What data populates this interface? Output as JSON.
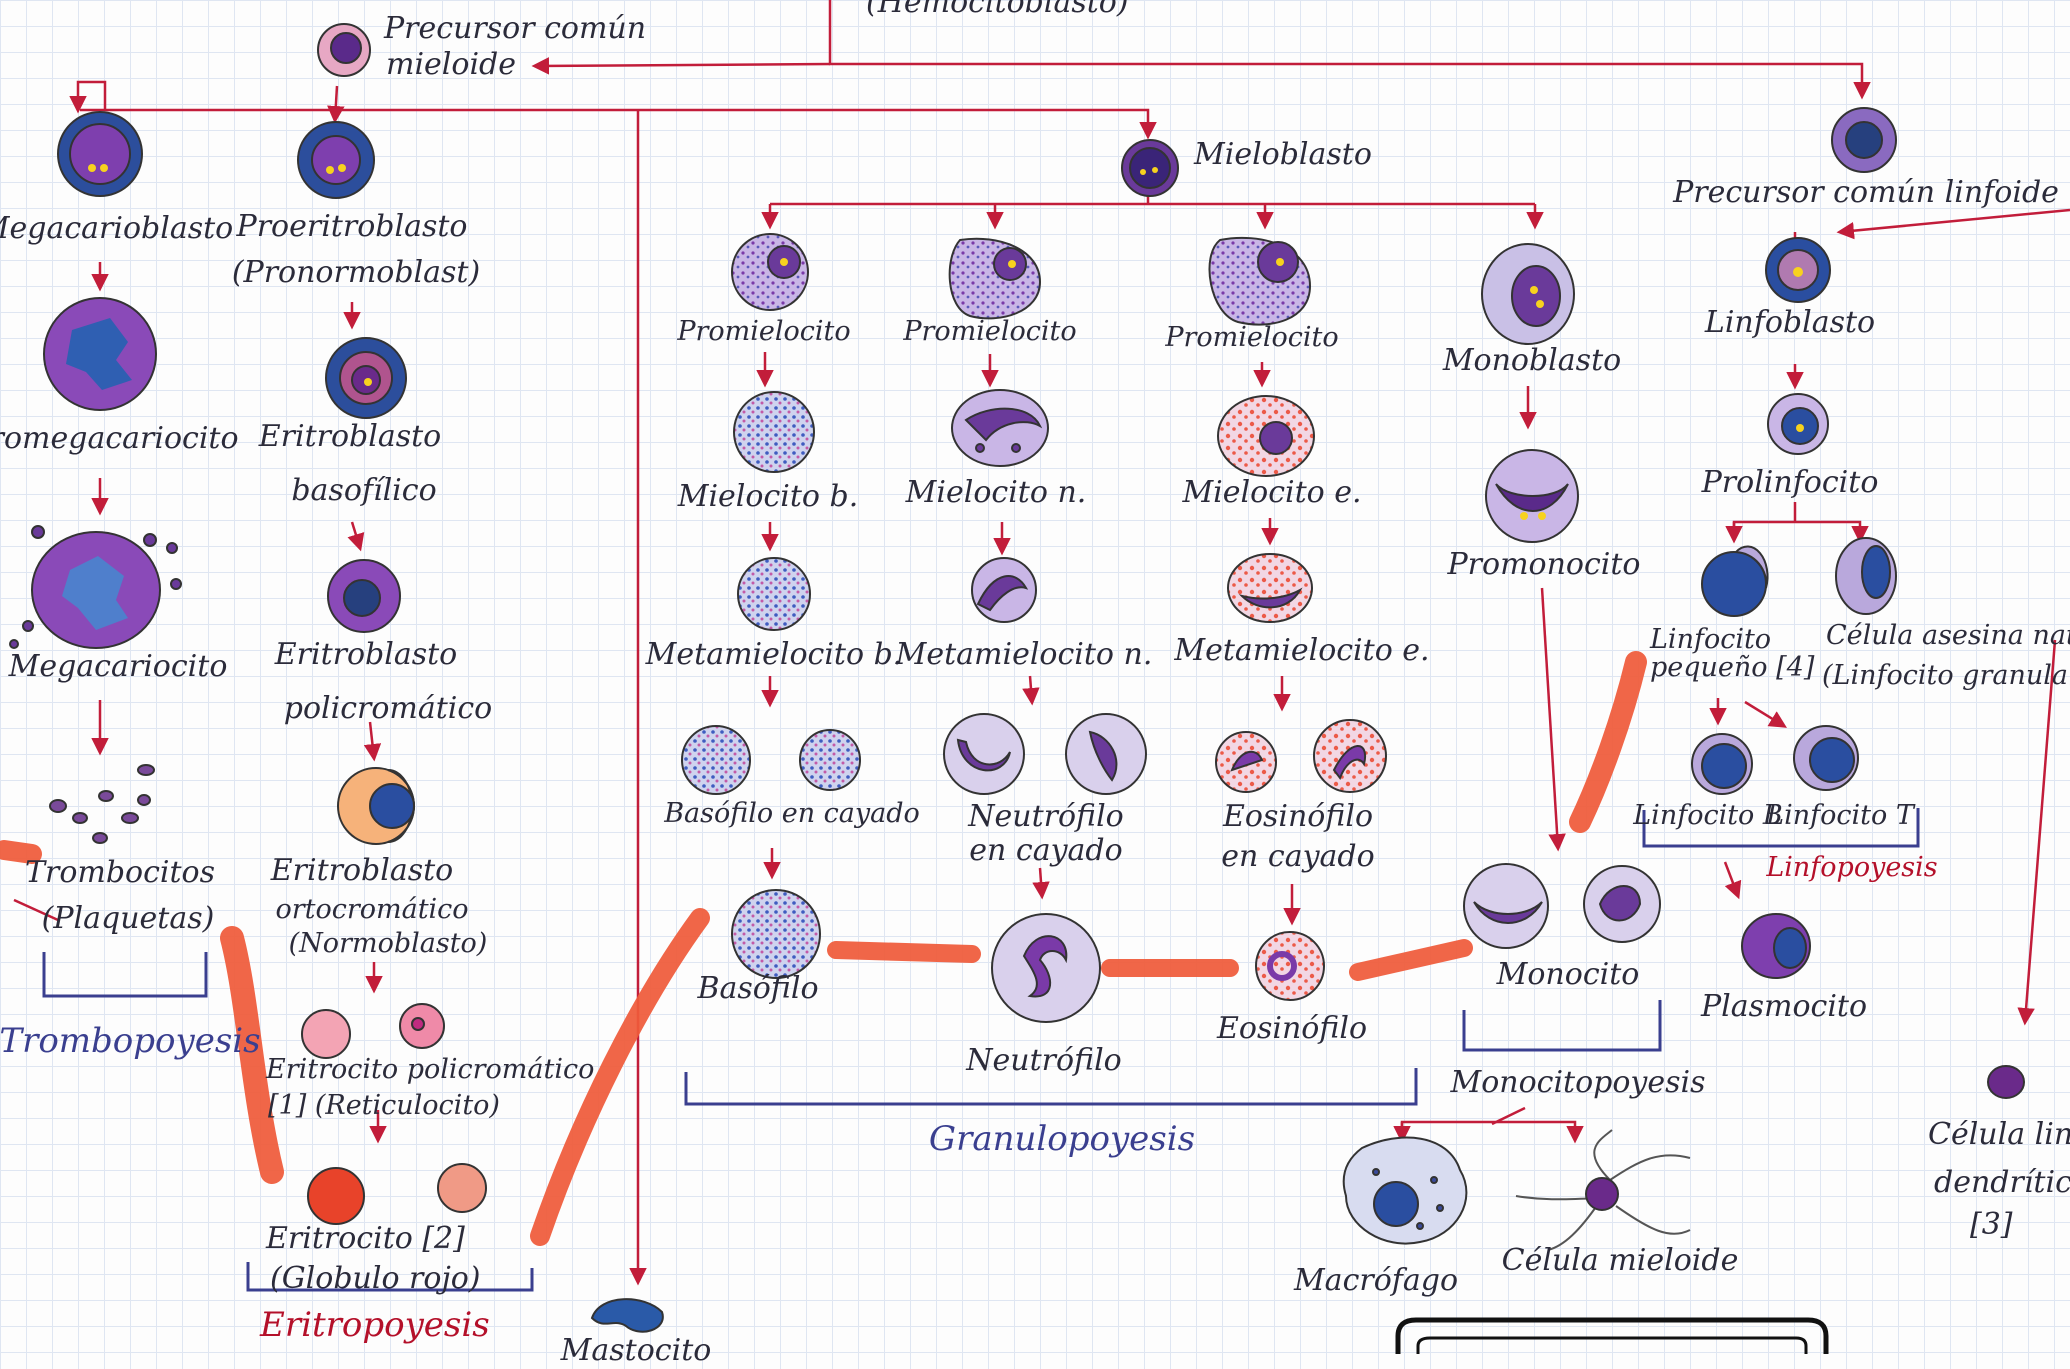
{
  "colors": {
    "arrow": "#c21d3a",
    "bracket": "#3a3f8f",
    "highlight": "#ef5a3a",
    "cell_purple": "#7e3fae",
    "cell_light": "#b9a8dc",
    "cell_blue": "#2c5aa8",
    "nucleolus": "#f7d21e"
  },
  "labels": {
    "hemocitoblasto": "(Hemocitoblasto)",
    "precursor_mieloide_1": "Precursor común",
    "precursor_mieloide_2": "mieloide",
    "megacarioblasto": "Megacarioblasto",
    "promegacariocito": "Promegacariocito",
    "megacariocito": "Megacariocito",
    "trombocitos_1": "Trombocitos",
    "trombocitos_2": "(Plaquetas)",
    "proeritroblasto_1": "Proeritroblasto",
    "proeritroblasto_2": "(Pronormoblast)",
    "eritroblasto_basofilico_1": "Eritroblasto",
    "eritroblasto_basofilico_2": "basofílico",
    "eritroblasto_policromatico_1": "Eritroblasto",
    "eritroblasto_policromatico_2": "policromático",
    "eritroblasto_ortocromatico_1": "Eritroblasto",
    "eritroblasto_ortocromatico_2": "ortocromático",
    "eritroblasto_ortocromatico_3": "(Normoblasto)",
    "eritrocito_policromatico_1": "Eritrocito policromático",
    "eritrocito_policromatico_2": "[1] (Reticulocito)",
    "eritrocito_1": "Eritrocito [2]",
    "eritrocito_2": "(Globulo rojo)",
    "mieloblasto": "Mieloblasto",
    "promielocito_b": "Promielocito",
    "promielocito_n": "Promielocito",
    "promielocito_e": "Promielocito",
    "mielocito_b": "Mielocito b.",
    "mielocito_n": "Mielocito n.",
    "mielocito_e": "Mielocito e.",
    "metamielocito_b": "Metamielocito b.",
    "metamielocito_n": "Metamielocito n.",
    "metamielocito_e": "Metamielocito e.",
    "basofilo_cayado": "Basófilo en cayado",
    "neutrofilo_cayado_1": "Neutrófilo",
    "neutrofilo_cayado_2": "en cayado",
    "eosinofilo_cayado_1": "Eosinófilo",
    "eosinofilo_cayado_2": "en cayado",
    "basofilo": "Basófilo",
    "neutrofilo": "Neutrófilo",
    "eosinofilo": "Eosinófilo",
    "monoblasto": "Monoblasto",
    "promonocito": "Promonocito",
    "monocito": "Monocito",
    "macrofago": "Macrófago",
    "celula_mieloide": "Célula mieloide",
    "mastocito": "Mastocito",
    "precursor_linfoide": "Precursor común linfoide",
    "linfoblasto": "Linfoblasto",
    "prolinfocito": "Prolinfocito",
    "linfocito_pequeno_1": "Linfocito",
    "linfocito_pequeno_2": "pequeño [4]",
    "celula_asesina_1": "Célula asesina natural",
    "celula_asesina_2": "(Linfocito granular g.",
    "linfocito_b": "Linfocito B",
    "linfocito_t": "Linfocito T",
    "plasmocito": "Plasmocito",
    "celula_dendritica_1": "Célula linfoide",
    "celula_dendritica_2": "dendrítica",
    "celula_dendritica_3": "[3]"
  },
  "groups": {
    "trombopoyesis": "Trombopoyesis",
    "eritropoyesis": "Eritropoyesis",
    "granulopoyesis": "Granulopoyesis",
    "monocitopoyesis": "Monocitopoyesis",
    "linfopoyesis": "Linfopoyesis"
  }
}
